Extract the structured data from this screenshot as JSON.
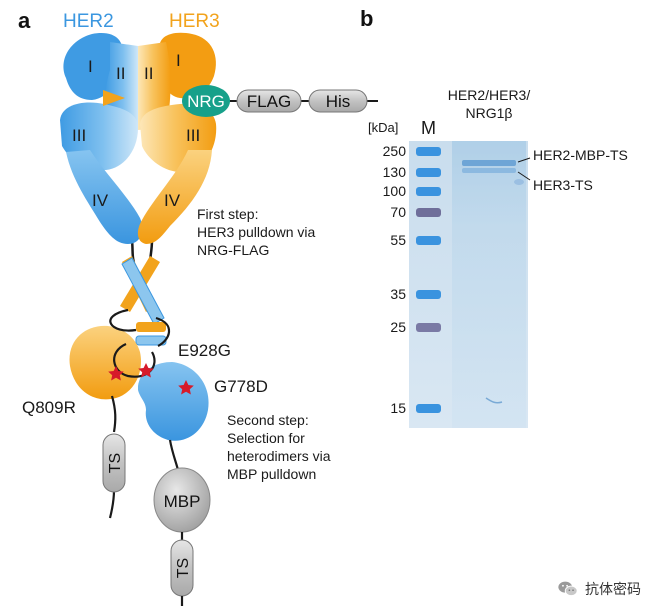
{
  "panel_a": {
    "label": "a",
    "her2": "HER2",
    "her3": "HER3",
    "roman": {
      "I": "I",
      "II": "II",
      "III": "III",
      "IV": "IV"
    },
    "tags": {
      "nrg": "NRG",
      "flag": "FLAG",
      "his": "His",
      "ts": "TS",
      "mbp": "MBP"
    },
    "first_step": [
      "First step:",
      "HER3 pulldown via",
      "NRG-FLAG"
    ],
    "second_step": [
      "Second step:",
      "Selection for",
      "heterodimers via",
      "MBP pulldown"
    ],
    "mutations": {
      "e928g": "E928G",
      "q809r": "Q809R",
      "g778d": "G778D"
    },
    "colors": {
      "her2": "#3b97e0",
      "her3": "#f2a31c",
      "nrg": "#17a08a",
      "tag": "#bfbfbf",
      "star": "#d61a2a"
    }
  },
  "panel_b": {
    "label": "b",
    "lane_title": [
      "HER2/HER3/",
      "NRG1β"
    ],
    "unit": "[kDa]",
    "marker_lane": "M",
    "markers": [
      "250",
      "130",
      "100",
      "70",
      "55",
      "35",
      "25",
      "15"
    ],
    "bands": {
      "her2": "HER2-MBP-TS",
      "her3": "HER3-TS"
    }
  },
  "footer": {
    "text": "抗体密码",
    "icon": "wechat-icon"
  }
}
